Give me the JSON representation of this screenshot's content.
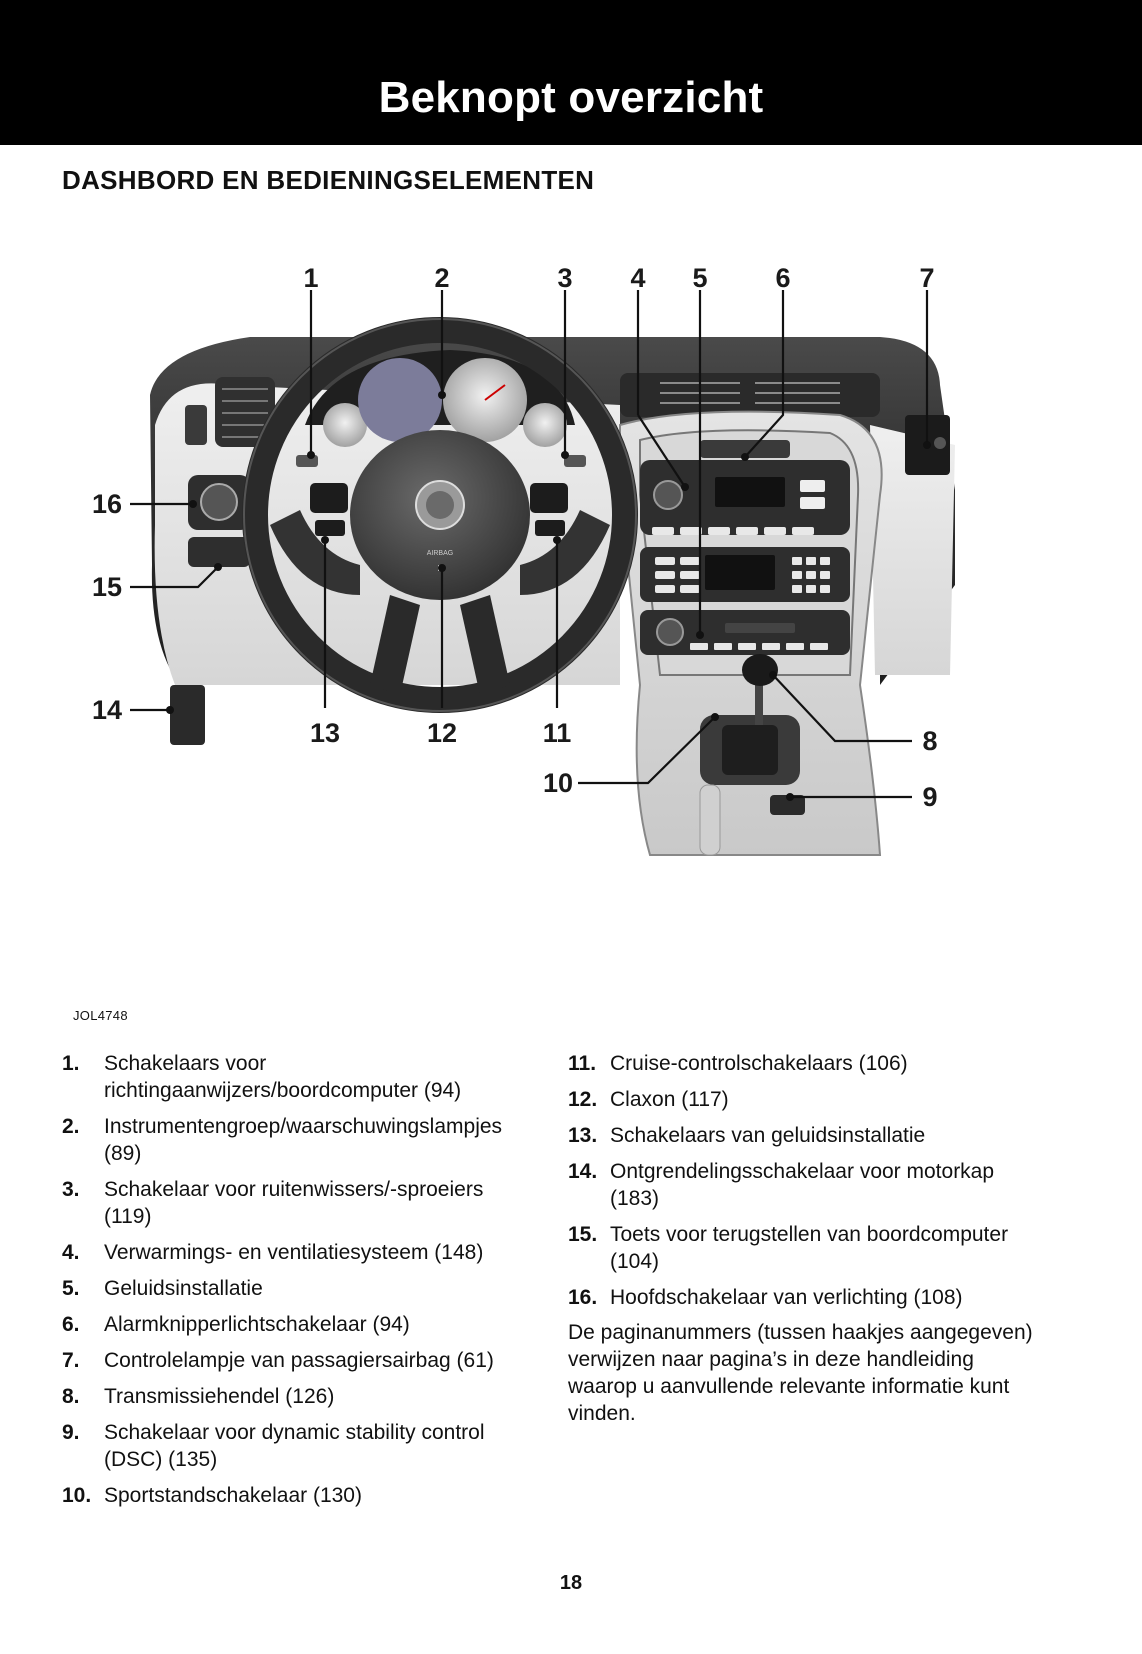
{
  "header": {
    "title": "Beknopt overzicht"
  },
  "section": {
    "title": "DASHBORD EN BEDIENINGSELEMENTEN"
  },
  "figure": {
    "callouts": [
      "1",
      "2",
      "3",
      "4",
      "5",
      "6",
      "7",
      "8",
      "9",
      "10",
      "11",
      "12",
      "13",
      "14",
      "15",
      "16"
    ],
    "panel_labels": {
      "airbag": "AIRBAG"
    },
    "id": "JOL4748"
  },
  "legend_left": [
    {
      "num": "1.",
      "text": "Schakelaars voor richtingaanwijzers/boordcomputer (94)"
    },
    {
      "num": "2.",
      "text": "Instrumentengroep/waarschuwingslampjes (89)"
    },
    {
      "num": "3.",
      "text": "Schakelaar voor ruitenwissers/-sproeiers (119)"
    },
    {
      "num": "4.",
      "text": "Verwarmings- en ventilatiesysteem (148)"
    },
    {
      "num": "5.",
      "text": "Geluidsinstallatie"
    },
    {
      "num": "6.",
      "text": "Alarmknipperlichtschakelaar (94)"
    },
    {
      "num": "7.",
      "text": "Controlelampje van passagiersairbag (61)"
    },
    {
      "num": "8.",
      "text": "Transmissiehendel (126)"
    },
    {
      "num": "9.",
      "text": "Schakelaar voor dynamic stability control (DSC) (135)"
    },
    {
      "num": "10.",
      "text": "Sportstandschakelaar (130)"
    }
  ],
  "legend_right": [
    {
      "num": "11.",
      "text": "Cruise-controlschakelaars (106)"
    },
    {
      "num": "12.",
      "text": "Claxon (117)"
    },
    {
      "num": "13.",
      "text": "Schakelaars van geluidsinstallatie"
    },
    {
      "num": "14.",
      "text": "Ontgrendelingsschakelaar voor motorkap (183)"
    },
    {
      "num": "15.",
      "text": "Toets voor terugstellen van boordcomputer (104)"
    },
    {
      "num": "16.",
      "text": "Hoofdschakelaar van verlichting (108)"
    }
  ],
  "note": "De paginanummers (tussen haakjes aangegeven) verwijzen naar pagina’s in deze handleiding waarop u aanvullende relevante informatie kunt vinden.",
  "page_number": "18"
}
